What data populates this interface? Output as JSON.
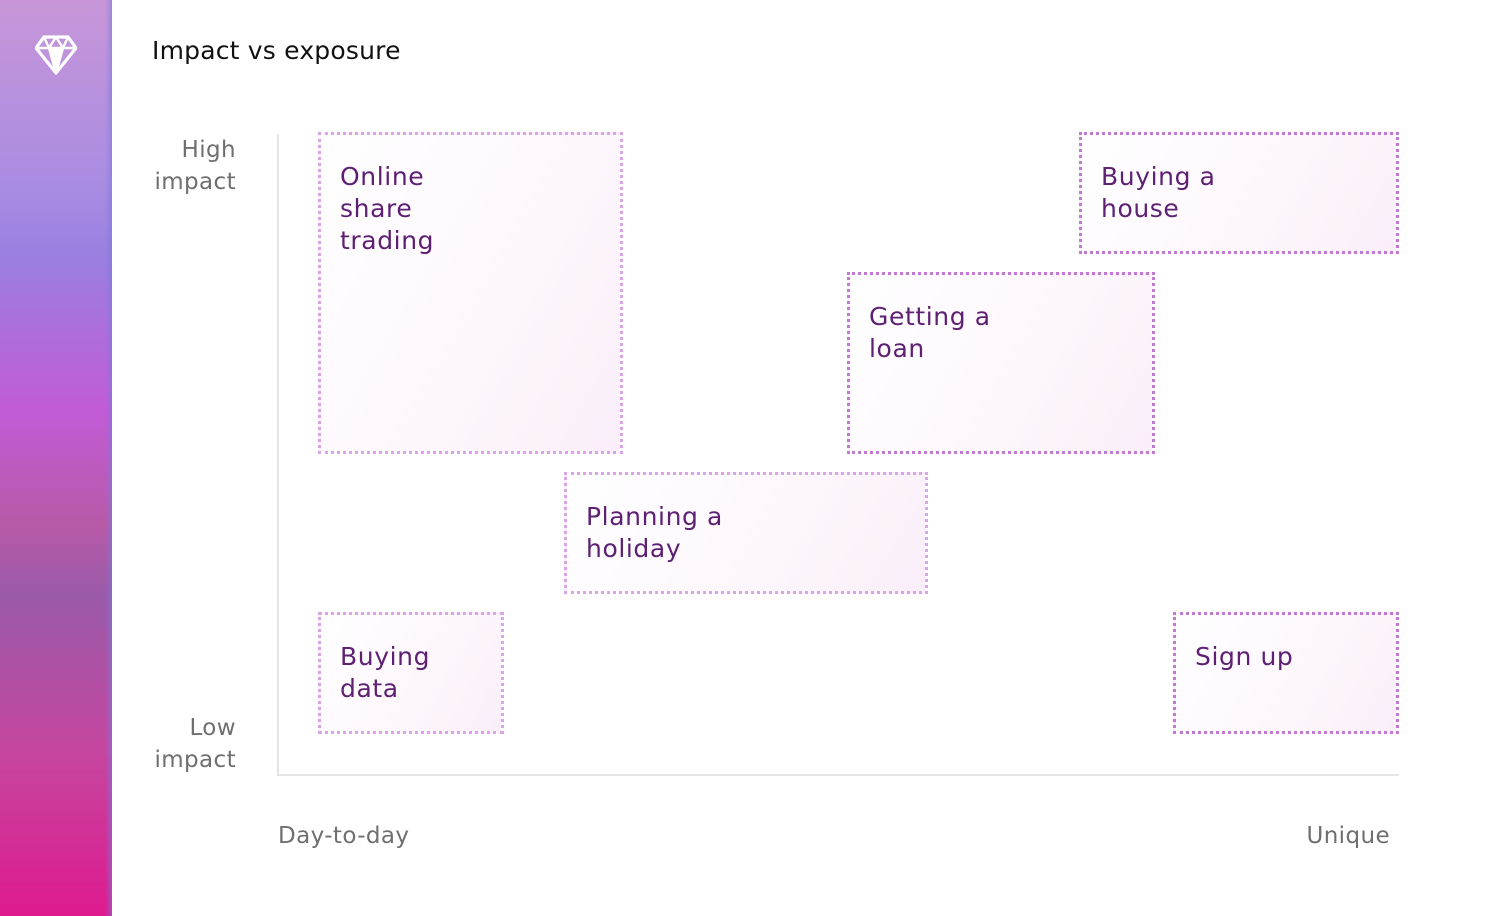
{
  "title": "Impact vs exposure",
  "y_axis": {
    "high_label": [
      "High",
      "impact"
    ],
    "low_label": [
      "Low",
      "impact"
    ]
  },
  "x_axis": {
    "left_label": "Day-to-day",
    "right_label": "Unique"
  },
  "items": [
    {
      "id": "online",
      "label": "Online\nshare\ntrading"
    },
    {
      "id": "house",
      "label": "Buying a\nhouse"
    },
    {
      "id": "loan",
      "label": "Getting a\nloan"
    },
    {
      "id": "holiday",
      "label": "Planning a\nholiday"
    },
    {
      "id": "data",
      "label": "Buying\ndata"
    },
    {
      "id": "signup",
      "label": "Sign up"
    }
  ],
  "colors": {
    "item_text": "#5e2072",
    "border_light": "#d9a6e5",
    "border_strong": "#c07ad0",
    "axis": "#e4e4e4",
    "axis_label": "#6f6f6f"
  },
  "logo_icon": "gem-icon"
}
